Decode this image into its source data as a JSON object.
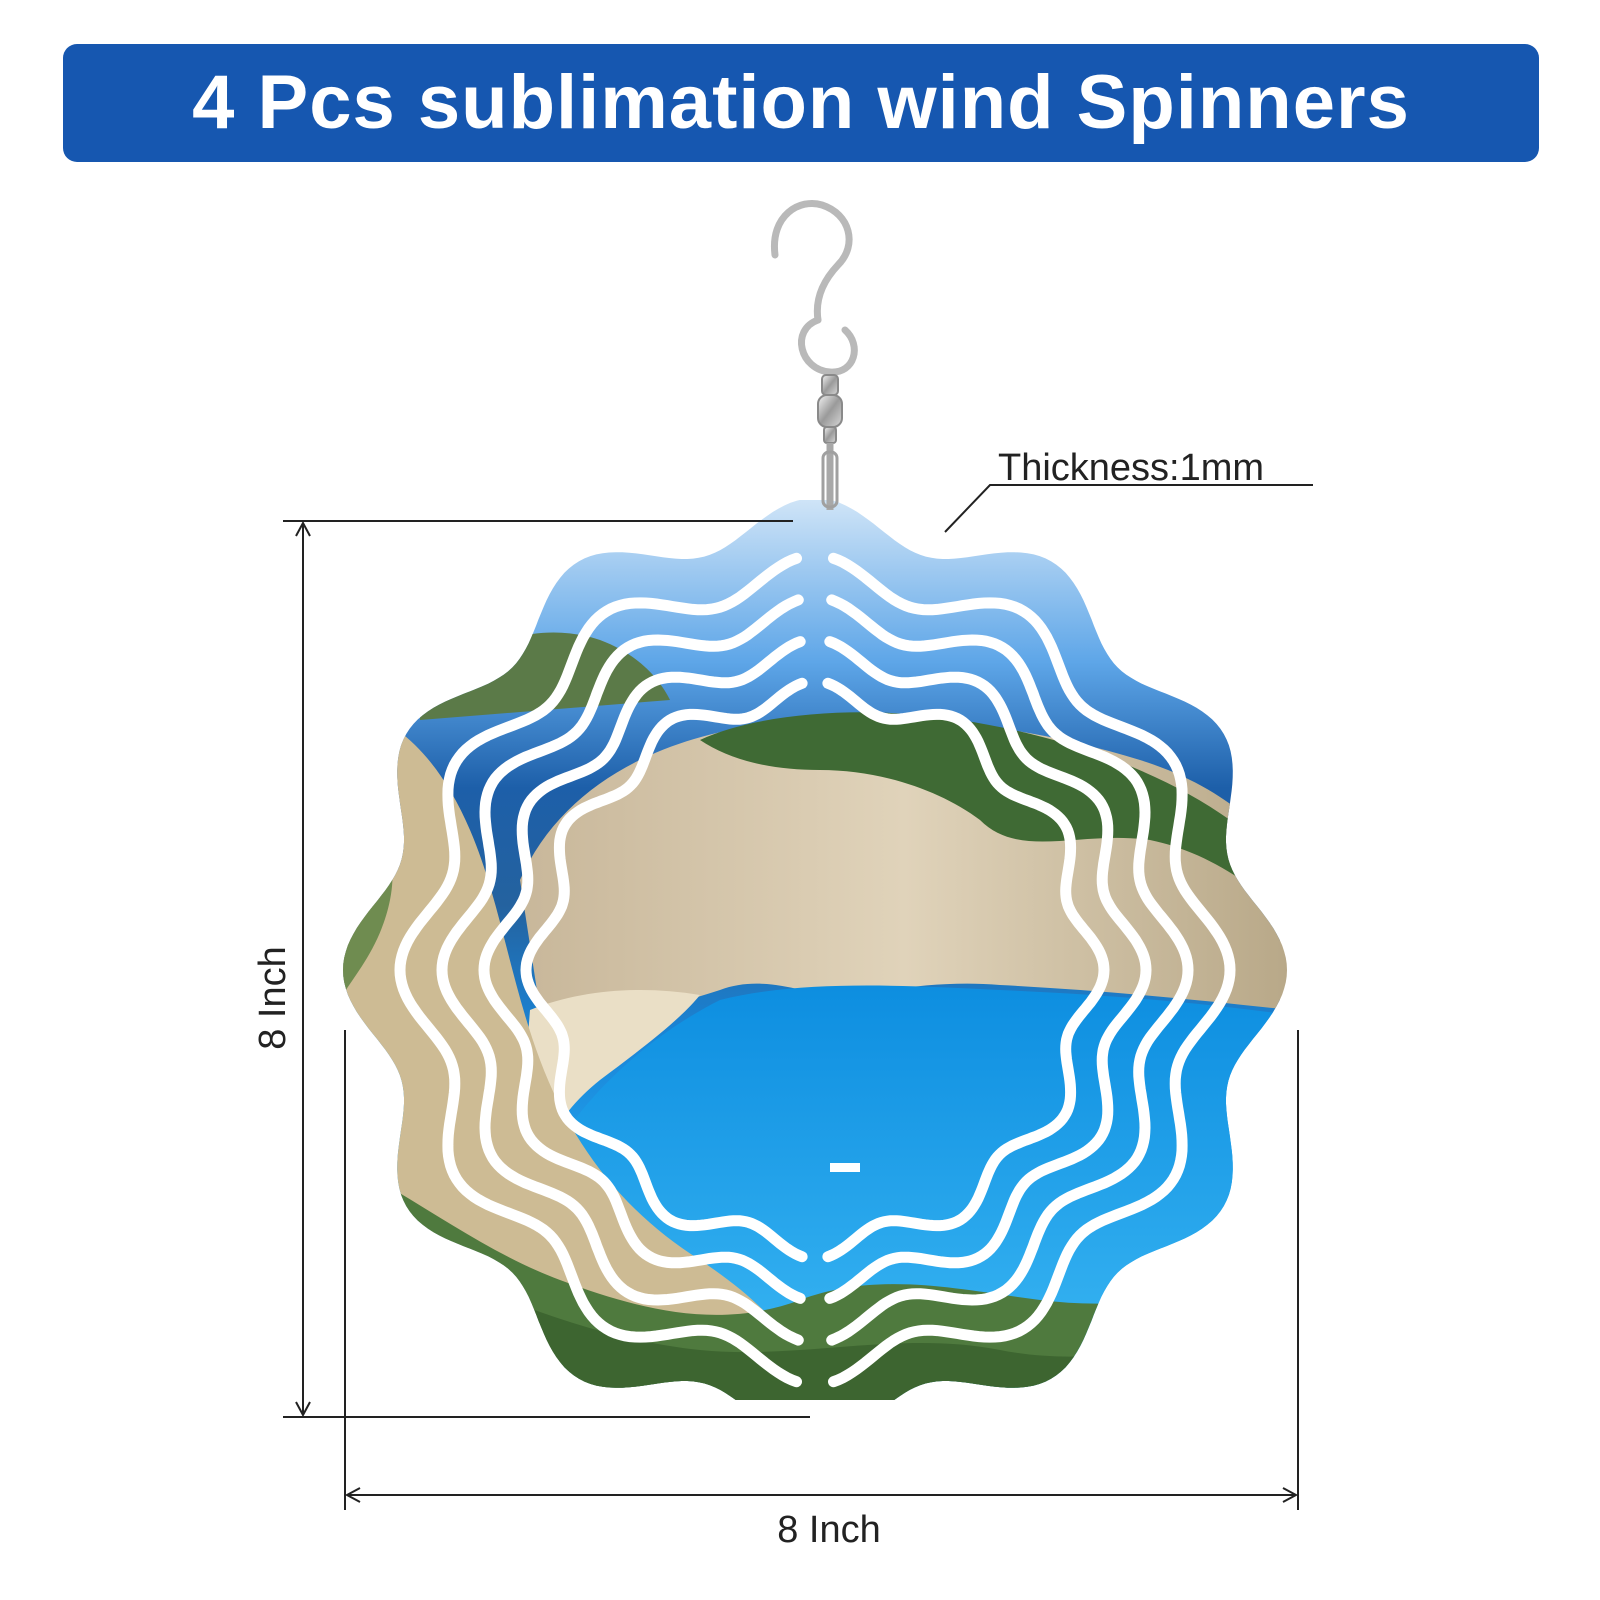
{
  "title": "4 Pcs sublimation wind Spinners",
  "annotations": {
    "thickness": "Thickness:1mm",
    "height": "8 Inch",
    "width": "8 Inch"
  },
  "colors": {
    "banner": "#1657b0",
    "banner_text": "#ffffff",
    "dimension_line": "#222222"
  },
  "icons": {
    "hook": "s-hook-icon",
    "swivel": "swivel-icon"
  }
}
